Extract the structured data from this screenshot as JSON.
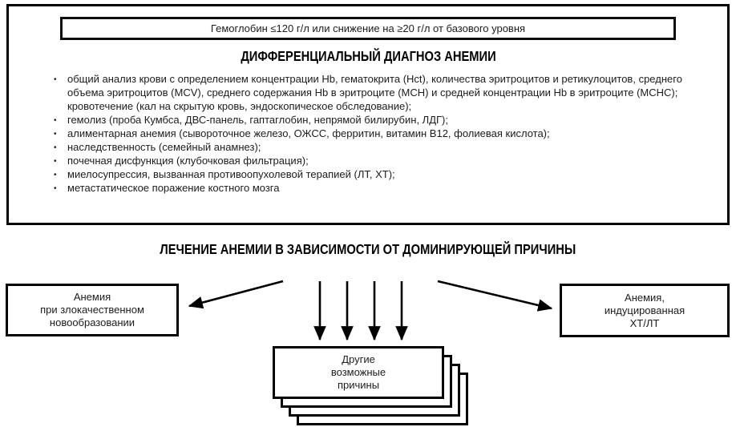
{
  "threshold_box": {
    "text": "Гемоглобин ≤120 г/л или снижение на ≥20 г/л от базового уровня"
  },
  "differential_diagnosis": {
    "title": "ДИФФЕРЕНЦИАЛЬНЫЙ ДИАГНОЗ АНЕМИИ",
    "bullets": [
      "общий анализ крови с определением концентрации Hb, гематокрита (Hct), количества эритроцитов и ретикулоцитов, среднего объема эритроцитов (MCV), среднего содержания Hb в эритроците (MCH) и средней концентрации Hb в эритроците (MCHC); кровотечение (кал на скрытую кровь, эндоскопическое обследование);",
      "гемолиз (проба Кумбса, ДВС-панель, гаптаглобин, непрямой билирубин, ЛДГ);",
      "алиментарная анемия (сывороточное железо, ОЖСС, ферритин, витамин В12, фолиевая кислота);",
      "наследственность (семейный анамнез);",
      "почечная дисфункция (клубочковая фильтрация);",
      "миелосупрессия, вызванная противоопухолевой терапией (ЛТ, ХТ);",
      "метастатическое поражение костного мозга"
    ]
  },
  "treatment": {
    "heading": "ЛЕЧЕНИЕ АНЕМИИ В ЗАВИСИМОСТИ ОТ ДОМИНИРУЮЩЕЙ ПРИЧИНЫ",
    "malignancy_box": {
      "lines": [
        "Анемия",
        "при злокачественном",
        "новообразовании"
      ]
    },
    "chemo_box": {
      "lines": [
        "Анемия,",
        "индуцированная",
        "ХТ/ЛТ"
      ]
    },
    "other_box": {
      "lines": [
        "Другие",
        "возможные",
        "причины"
      ]
    }
  },
  "colors": {
    "box_border": "#000000",
    "text": "#1c1c1c",
    "background": "#ffffff"
  }
}
